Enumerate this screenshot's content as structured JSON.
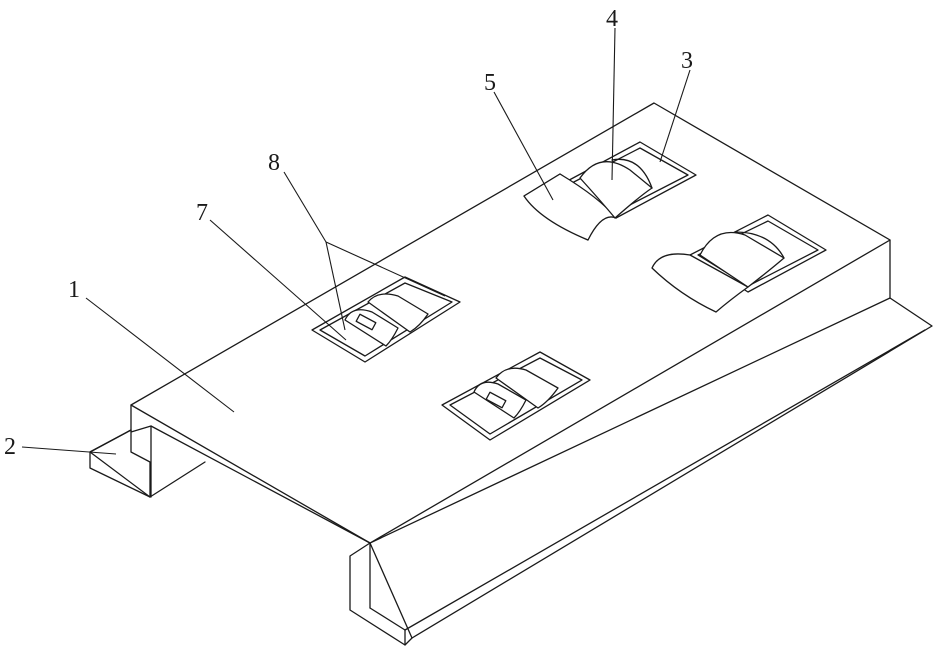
{
  "figure": {
    "labels": [
      "1",
      "2",
      "3",
      "4",
      "5",
      "7",
      "8"
    ]
  }
}
